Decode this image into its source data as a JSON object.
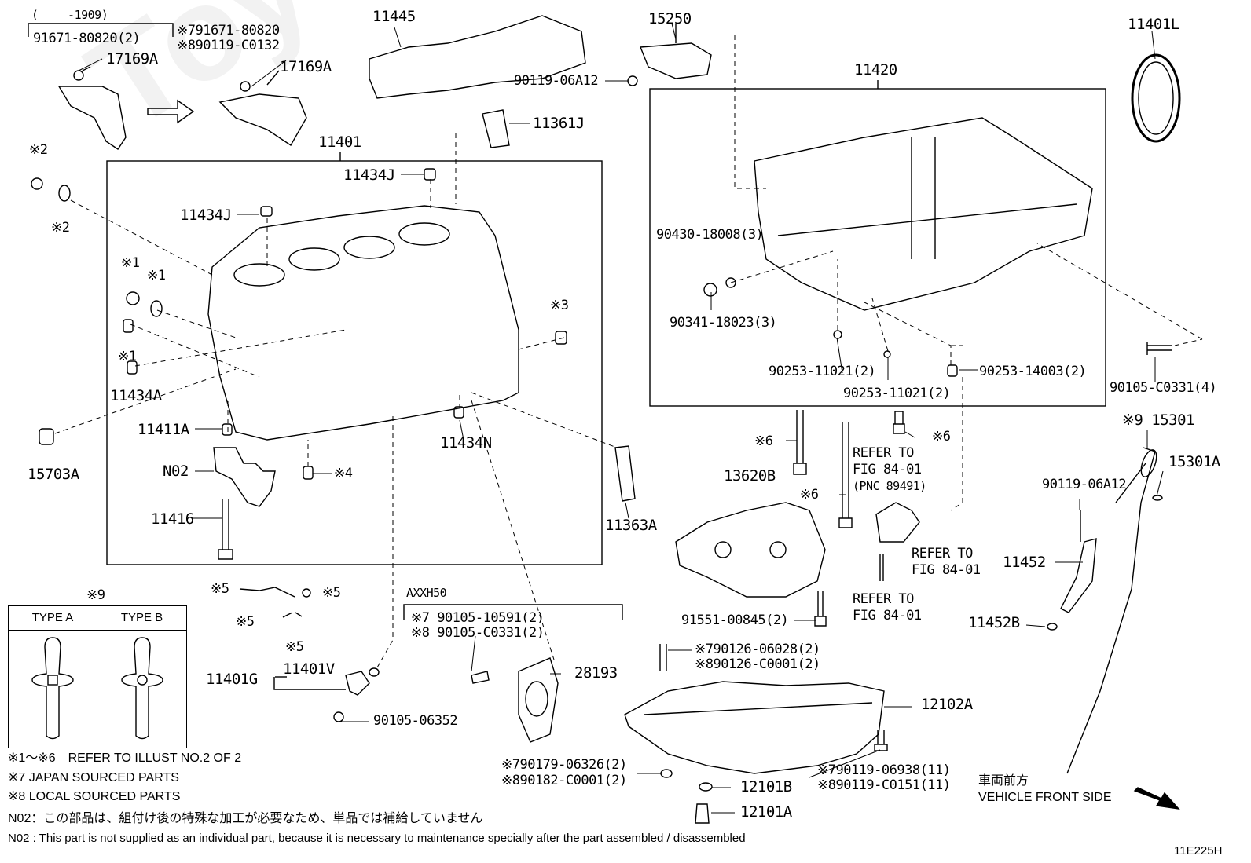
{
  "watermark": "ToyotaCarManual.ru",
  "callouts": {
    "c_1909": "(　　 -1909)",
    "c_91671_80820": "91671-80820(2)",
    "c_x7_91671": "※791671-80820",
    "c_x8_90119_c0132": "※890119-C0132",
    "c_17169a_left": "17169A",
    "c_17169a_right": "17169A",
    "c_11445": "11445",
    "c_15250": "15250",
    "c_90119_06a12_top": "90119-06A12",
    "c_11401l": "11401L",
    "c_11420": "11420",
    "c_11361j": "11361J",
    "c_11401": "11401",
    "c_11434j_a": "11434J",
    "c_11434j_b": "11434J",
    "c_x2_a": "※2",
    "c_x2_b": "※2",
    "c_x1_a": "※1",
    "c_x1_b": "※1",
    "c_x1_c": "※1",
    "c_x3": "※3",
    "c_11434a": "11434A",
    "c_11411a": "11411A",
    "c_11434n": "11434N",
    "c_15703a": "15703A",
    "c_n02": "N02",
    "c_x4": "※4",
    "c_11416": "11416",
    "c_11363a": "11363A",
    "c_90430": "90430-18008(3)",
    "c_90341": "90341-18023(3)",
    "c_90253_11021_a": "90253-11021(2)",
    "c_90253_11021_b": "90253-11021(2)",
    "c_90253_14003": "90253-14003(2)",
    "c_90105_c0331_4": "90105-C0331(4)",
    "c_x6_a": "※6",
    "c_x6_b": "※6",
    "c_x6_c": "※6",
    "c_refer_1": "REFER TO",
    "c_refer_1b": "FIG 84-01",
    "c_pnc": "(PNC 89491)",
    "c_13620b": "13620B",
    "c_refer_2": "REFER TO",
    "c_refer_2b": "FIG 84-01",
    "c_refer_3": "REFER TO",
    "c_refer_3b": "FIG 84-01",
    "c_91551": "91551-00845(2)",
    "c_x9_15301": "※9 15301",
    "c_15301a": "15301A",
    "c_90119_06a12_right": "90119-06A12",
    "c_11452": "11452",
    "c_11452b": "11452B",
    "c_x9_box": "※9",
    "c_x5_a": "※5",
    "c_x5_b": "※5",
    "c_x5_c": "※5",
    "c_x5_d": "※5",
    "c_11401g": "11401G",
    "c_11401v": "11401V",
    "c_90105_06352": "90105-06352",
    "c_axxh50": "AXXH50",
    "c_x7_90105": "※7 90105-10591(2)",
    "c_x8_90105": "※8 90105-C0331(2)",
    "c_28193": "28193",
    "c_x7_90126": "※790126-06028(2)",
    "c_x8_90126": "※890126-C0001(2)",
    "c_12102a": "12102A",
    "c_x7_90179": "※790179-06326(2)",
    "c_x8_90182": "※890182-C0001(2)",
    "c_12101b": "12101B",
    "c_12101a": "12101A",
    "c_x7_90119": "※790119-06938(11)",
    "c_x8_90119": "※890119-C0151(11)"
  },
  "type_box": {
    "type_a": "TYPE A",
    "type_b": "TYPE B"
  },
  "notes": {
    "refer_illust": "※1～※6　REFER TO ILLUST NO.2 OF 2",
    "japan": "※7 JAPAN SOURCED PARTS",
    "local": "※8 LOCAL SOURCED PARTS",
    "n02_jp": "N02：この部品は、組付け後の特殊な加工が必要なため、単品では補給していません",
    "n02_en": "N02 : This part is not supplied as an individual part, because it is necessary to maintenance specially after the part assembled / disassembled"
  },
  "front": {
    "jp": "車両前方",
    "en": "VEHICLE FRONT SIDE"
  },
  "illustration_id": "11E225H"
}
